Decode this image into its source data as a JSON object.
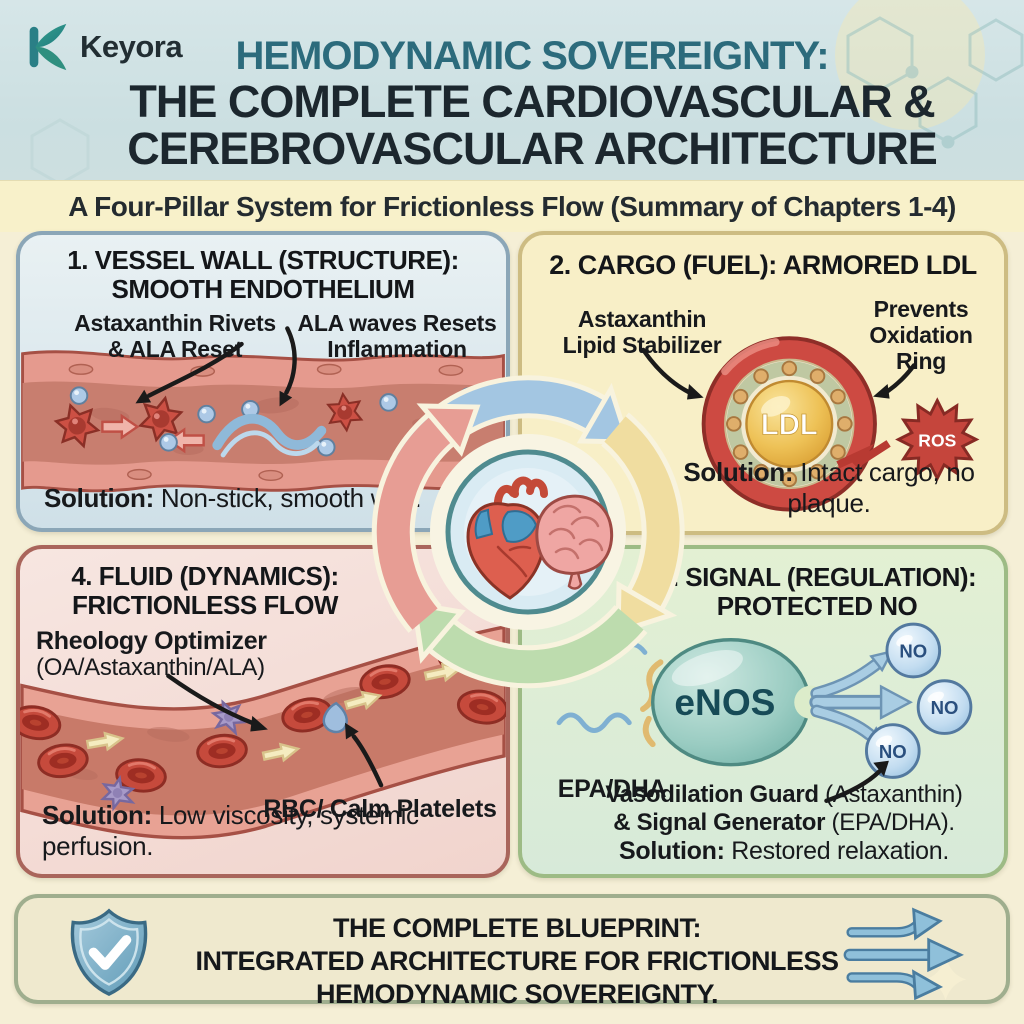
{
  "brand": {
    "logo_text": "Keyora"
  },
  "header": {
    "title_teal": "HEMODYNAMIC SOVEREIGNTY:",
    "title_dark_1": "THE COMPLETE CARDIOVASCULAR &",
    "title_dark_2": "CEREBROVASCULAR ARCHITECTURE",
    "subtitle": "A Four-Pillar System for Frictionless Flow (Summary of Chapters 1-4)"
  },
  "panel1": {
    "title_1": "1. VESSEL WALL (STRUCTURE):",
    "title_2": "SMOOTH ENDOTHELIUM",
    "label_left_1": "Astaxanthin Rivets",
    "label_left_2": "& ALA Reset",
    "label_right_1": "ALA waves Resets",
    "label_right_2": "Inflammation",
    "solution_label": "Solution:",
    "solution_text": " Non-stick, smooth wall."
  },
  "panel2": {
    "title": "2. CARGO (FUEL): ARMORED LDL",
    "label_left_1": "Astaxanthin",
    "label_left_2": "Lipid Stabilizer",
    "label_right_1": "Prevents",
    "label_right_2": "Oxidation",
    "label_right_3": "Ring",
    "ldl_label": "LDL",
    "ros_label": "ROS",
    "solution_label": "Solution:",
    "solution_text": " Intact cargo, no plaque."
  },
  "panel3": {
    "title_1": "3. SIGNAL (REGULATION):",
    "title_2": "PROTECTED NO",
    "enos_label": "eNOS",
    "epa_dha_label": "EPA/DHA",
    "no_label": "NO",
    "caption_1_bold": "Vasodilation Guard",
    "caption_1_rest": " (Astaxanthin)",
    "caption_2_bold": "& Signal Generator",
    "caption_2_rest": " (EPA/DHA).",
    "solution_label": "Solution:",
    "solution_text": " Restored relaxation."
  },
  "panel4": {
    "title_1": "4. FLUID (DYNAMICS):",
    "title_2": "FRICTIONLESS FLOW",
    "label_top_1": "Rheology Optimizer",
    "label_top_2": "(OA/Astaxanthin/ALA)",
    "label_bottom": "RBC/ Calm Platelets",
    "solution_label": "Solution:",
    "solution_text": " Low viscosity, systemic perfusion."
  },
  "footer": {
    "line_1": "THE COMPLETE BLUEPRINT:",
    "line_2": "INTEGRATED ARCHITECTURE FOR FRICTIONLESS",
    "line_3": "HEMODYNAMIC SOVEREIGNTY."
  },
  "palette": {
    "header_bg": "#cfe1e2",
    "title_teal": "#2c6b7c",
    "title_dark": "#1c272e",
    "subtitle_bg": "#f8f1ca",
    "page_bg": "#f5efd6",
    "panel1_border": "#8ba6b7",
    "panel2_border": "#cdbc82",
    "panel3_border": "#9dbb85",
    "panel4_border": "#a9655b",
    "footer_border": "#9fae8e",
    "cycle_blue": "#a3c6e2",
    "cycle_yellow": "#f0dda0",
    "cycle_green": "#bddcae",
    "cycle_salmon": "#e79d94"
  }
}
